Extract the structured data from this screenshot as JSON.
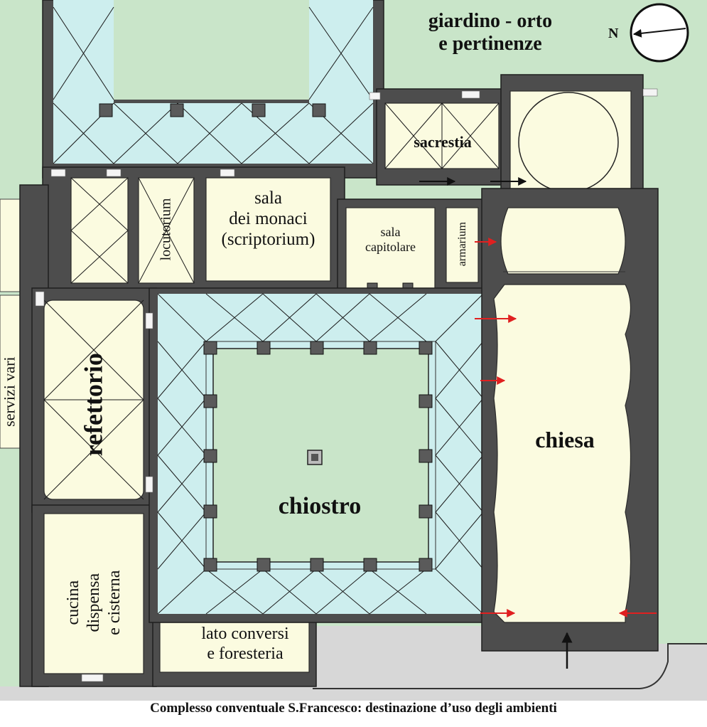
{
  "plan": {
    "labels": {
      "garden": "giardino - orto",
      "garden_line2": "e pertinenze",
      "north": "N",
      "sacristy": "sacrestia",
      "monks_hall_l1": "sala",
      "monks_hall_l2": "dei monaci",
      "monks_hall_l3": "(scriptorium)",
      "chapter_l1": "sala",
      "chapter_l2": "capitolare",
      "armarium": "armarium",
      "locutorium": "locutorium",
      "refectory": "refettorio",
      "services": "servizi vari",
      "church": "chiesa",
      "cloister": "chiostro",
      "kitchen_l1": "cucina",
      "kitchen_l2": "dispensa",
      "kitchen_l3": "e cisterna",
      "lay_l1": "lato conversi",
      "lay_l2": "e foresteria"
    },
    "colors": {
      "garden": "#c9e5c9",
      "cloister_walk": "#cdeeee",
      "room": "#fbfbe0",
      "wall": "#4d4d4d",
      "arrow_red": "#e02020",
      "arrow_black": "#111111",
      "street": "#d7d7d7"
    }
  },
  "caption": "Complesso conventuale S.Francesco: destinazione d’uso degli ambienti"
}
